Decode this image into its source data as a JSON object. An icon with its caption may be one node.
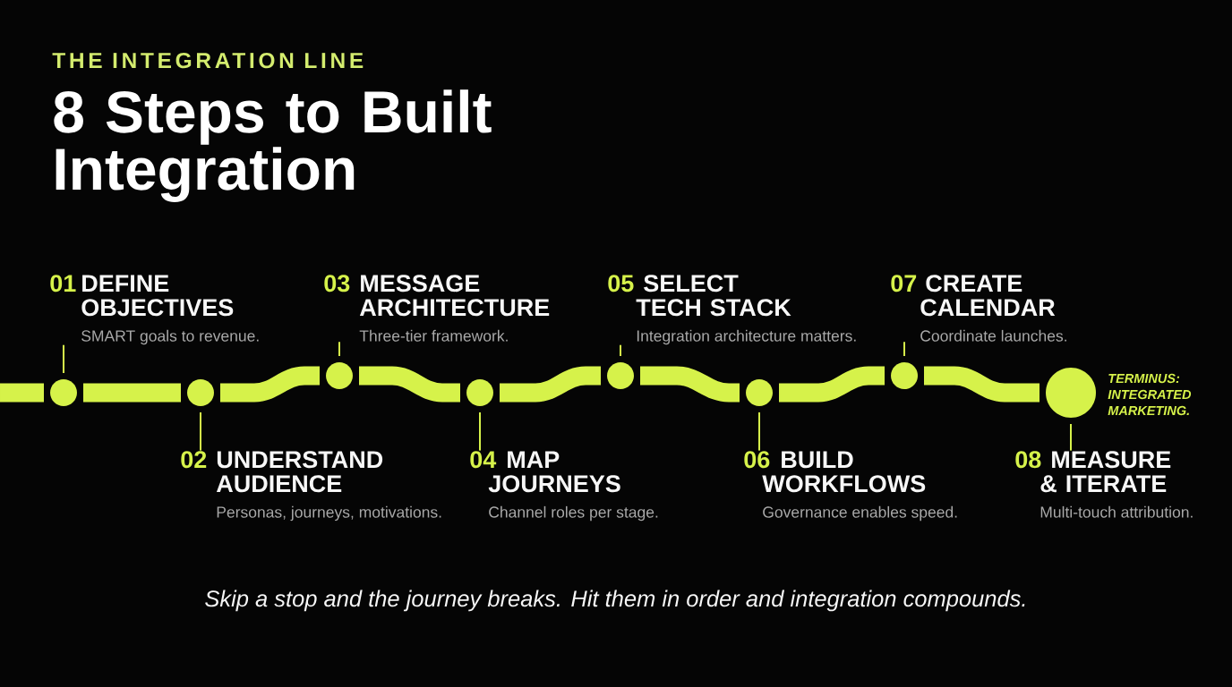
{
  "diagram": {
    "title": "8 Steps to Built Integration",
    "caption": "Skip a stop and the journey breaks. Hit them in order and integration compounds.",
    "nodes": [
      {
        "text": [
          "01",
          "DEFINE OBJECTIVES",
          "SMART goals to revenue."
        ]
      },
      {
        "text": [
          "02",
          "UNDERSTAND AUDIENCE",
          "Personas, journeys, motivations."
        ]
      },
      {
        "text": [
          "03",
          "MESSAGE ARCHITECTURE",
          "Three-tier framework."
        ]
      },
      {
        "text": [
          "04",
          "MAP JOURNEYS",
          "Channel roles per stage."
        ]
      },
      {
        "text": [
          "05",
          "SELECT TECH STACK",
          "Integration architecture matters."
        ]
      },
      {
        "text": [
          "06",
          "BUILD WORKFLOWS",
          "Governance enables speed."
        ]
      },
      {
        "text": [
          "07",
          "CREATE CALENDAR",
          "Coordinate launches."
        ]
      },
      {
        "text": [
          "08",
          "MEASURE & ITERATE",
          "Multi-touch attribution."
        ]
      },
      {
        "text": [],
        "shape": "circle"
      },
      {
        "text": [],
        "shape": "circle"
      },
      {
        "text": [],
        "shape": "circle"
      },
      {
        "text": [],
        "shape": "circle"
      },
      {
        "text": [],
        "shape": "circle"
      },
      {
        "text": [],
        "shape": "circle"
      },
      {
        "text": [],
        "shape": "circle"
      },
      {
        "text": [],
        "shape": "circle",
        "beside": [
          "TERMINUS: INTEGRATED MARKETING."
        ]
      }
    ],
    "edges": [
      {
        "from": null,
        "to": 8,
        "arrow": "none",
        "style": "thick"
      },
      {
        "from": 8,
        "to": 9,
        "arrow": "none",
        "style": "thick"
      },
      {
        "from": 9,
        "to": 10,
        "arrow": "none",
        "style": "thick"
      },
      {
        "from": 10,
        "to": 11,
        "arrow": "none",
        "style": "thick"
      },
      {
        "from": 11,
        "to": 12,
        "arrow": "none",
        "style": "thick"
      },
      {
        "from": 12,
        "to": 13,
        "arrow": "none",
        "style": "thick"
      },
      {
        "from": 13,
        "to": 14,
        "arrow": "none",
        "style": "thick"
      },
      {
        "from": 14,
        "to": 15,
        "arrow": "none",
        "style": "thick"
      },
      {
        "from": 0,
        "to": 8,
        "arrow": "none"
      },
      {
        "from": 1,
        "to": 9,
        "arrow": "none"
      },
      {
        "from": 2,
        "to": 10,
        "arrow": "none"
      },
      {
        "from": 3,
        "to": 11,
        "arrow": "none"
      },
      {
        "from": 4,
        "to": 12,
        "arrow": "none"
      },
      {
        "from": 5,
        "to": 13,
        "arrow": "none"
      },
      {
        "from": 6,
        "to": 14,
        "arrow": "none"
      },
      {
        "from": 7,
        "to": 15,
        "arrow": "none"
      }
    ],
    "labels": [
      "THE INTEGRATION LINE"
    ]
  }
}
